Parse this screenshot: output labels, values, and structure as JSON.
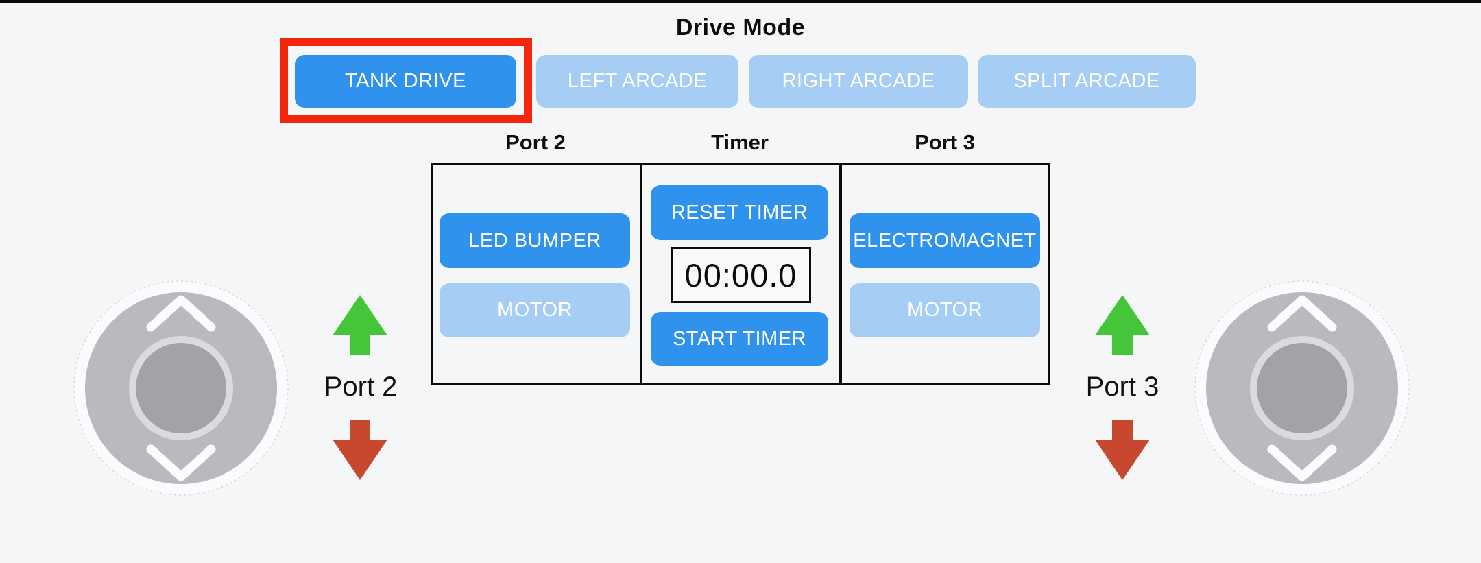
{
  "colors": {
    "bg": "#F5F6F8",
    "active_blue": "#2F92EC",
    "light_blue": "#A6CDF4",
    "highlight_red": "#F4260B",
    "green_arrow": "#45C63A",
    "red_arrow": "#C8482F",
    "panel_border": "#0B0B0B",
    "stick_base": "#B9BABD",
    "stick_knob": "#A3A3A7"
  },
  "icons": {
    "left_stick_up": "chevron-up-icon",
    "left_stick_down": "chevron-down-icon",
    "right_stick_up": "chevron-up-icon",
    "right_stick_down": "chevron-down-icon",
    "left_forward": "green-up-arrow-icon",
    "left_reverse": "red-down-arrow-icon",
    "right_forward": "green-up-arrow-icon",
    "right_reverse": "red-down-arrow-icon"
  },
  "drive_mode": {
    "title": "Drive Mode",
    "selected": "TANK DRIVE",
    "options": [
      {
        "label": "TANK DRIVE",
        "active": true
      },
      {
        "label": "LEFT ARCADE",
        "active": false
      },
      {
        "label": "RIGHT ARCADE",
        "active": false
      },
      {
        "label": "SPLIT ARCADE",
        "active": false
      }
    ]
  },
  "control_panel": {
    "columns": [
      {
        "header": "Port 2",
        "buttons": [
          {
            "label": "LED BUMPER",
            "state": "active"
          },
          {
            "label": "MOTOR",
            "state": "inactive"
          }
        ]
      },
      {
        "header": "Timer",
        "buttons": [
          {
            "label": "RESET TIMER",
            "state": "active"
          },
          {
            "label": "START TIMER",
            "state": "active"
          }
        ],
        "display": "00:00.0"
      },
      {
        "header": "Port 3",
        "buttons": [
          {
            "label": "ELECTROMAGNET",
            "state": "active"
          },
          {
            "label": "MOTOR",
            "state": "inactive"
          }
        ]
      }
    ]
  },
  "left_stick": {
    "label": "Port 2"
  },
  "right_stick": {
    "label": "Port 3"
  }
}
